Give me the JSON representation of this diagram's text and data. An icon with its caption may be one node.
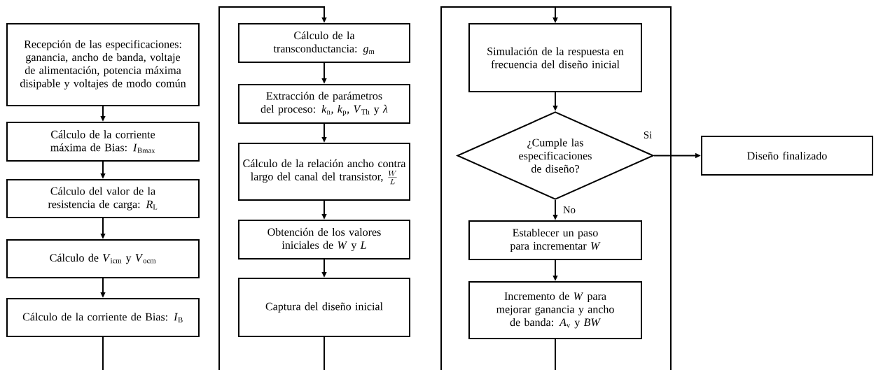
{
  "diagram": {
    "nodes": [
      {
        "text": [
          "Recepción de las especificaciones: ganancia, ancho de banda, voltaje de alimentación, potencia máxima disipable y voltajes de modo común"
        ]
      },
      {
        "text": [
          "Cálculo de la corriente máxima de Bias: *I*$_{Bmax}$"
        ]
      },
      {
        "text": [
          "Cálculo del valor de la resistencia de carga: *R*$_{L}$"
        ]
      },
      {
        "text": [
          "Cálculo de *V*$_{icm}$ y *V*$_{ocm}$"
        ]
      },
      {
        "text": [
          "Cálculo de la corriente de Bias: *I*$_{B}$"
        ]
      },
      {
        "text": [
          "Cálculo de la transconductancia: *g*$_{m}$"
        ]
      },
      {
        "text": [
          "Extracción de parámetros del proceso: *k*$_{n}$, *k*$_{p}$, *V*$_{Th}$ y *λ*"
        ]
      },
      {
        "text": [
          "Cálculo de la relación ancho contra largo del canal del transistor,",
          "\\frac{W}{L}"
        ]
      },
      {
        "text": [
          "Obtención de los valores iniciales de *W* y *L*"
        ]
      },
      {
        "text": [
          "Captura del diseño inicial"
        ]
      },
      {
        "text": [
          "Simulación de la respuesta en frecuencia del diseño inicial"
        ]
      },
      {
        "text": [
          "¿Cumple las especificaciones de diseño?"
        ]
      },
      {
        "text": [
          "Establecer un paso para incrementar *W*"
        ]
      },
      {
        "text": [
          "Incremento de *W* para mejorar ganancia y ancho de banda: *A*$_{v}$ y *BW*"
        ]
      },
      {
        "text": [
          "Diseño finalizado"
        ]
      }
    ],
    "edges": [
      {
        "from": 0,
        "to": 1,
        "arrow": "to"
      },
      {
        "from": 1,
        "to": 2,
        "arrow": "to"
      },
      {
        "from": 2,
        "to": 3,
        "arrow": "to"
      },
      {
        "from": 3,
        "to": 4,
        "arrow": "to"
      },
      {
        "from": 4,
        "to": 5,
        "arrow": "to"
      },
      {
        "from": 5,
        "to": 6,
        "arrow": "to"
      },
      {
        "from": 6,
        "to": 7,
        "arrow": "to"
      },
      {
        "from": 7,
        "to": 8,
        "arrow": "to"
      },
      {
        "from": 8,
        "to": 9,
        "arrow": "to"
      },
      {
        "from": 9,
        "to": 10,
        "arrow": "to"
      },
      {
        "from": 10,
        "to": 11,
        "arrow": "to"
      },
      {
        "from": 11,
        "to": 14,
        "arrow": "to",
        "label": "Si"
      },
      {
        "from": 11,
        "to": 12,
        "arrow": "to",
        "label": "No"
      },
      {
        "from": 12,
        "to": 13,
        "arrow": "to"
      },
      {
        "from": 13,
        "to": 10,
        "arrow": "to"
      }
    ]
  }
}
